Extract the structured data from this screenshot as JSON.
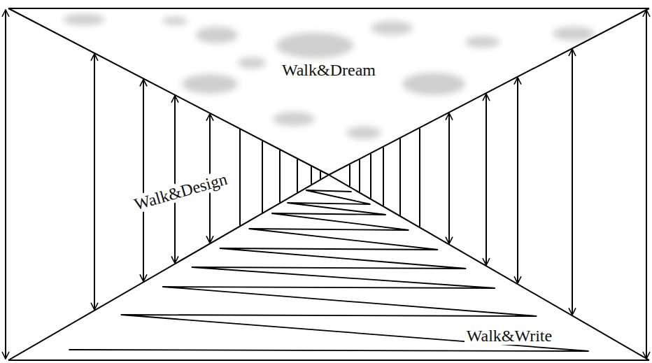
{
  "diagram": {
    "labels": [
      "Walk&Dream",
      "Walk&Design",
      "Walk&Write"
    ]
  }
}
